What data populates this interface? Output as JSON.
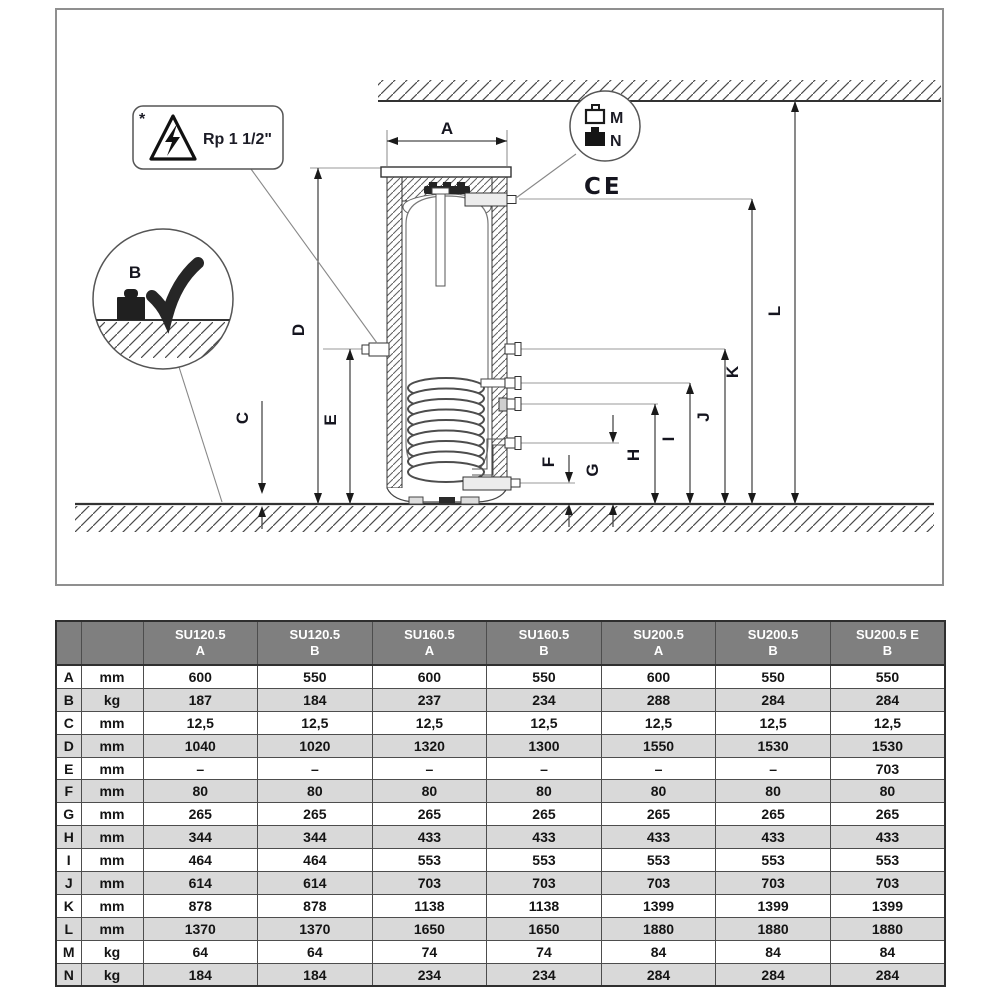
{
  "diagram": {
    "labels": {
      "A": "A",
      "B": "B",
      "C": "C",
      "D": "D",
      "E": "E",
      "F": "F",
      "G": "G",
      "H": "H",
      "I": "I",
      "J": "J",
      "K": "K",
      "L": "L",
      "M": "M",
      "N": "N"
    },
    "callouts": {
      "asterisk": "*",
      "electric_port": "Rp 1 1/2\"",
      "ce_mark": "CE"
    }
  },
  "table": {
    "columns": [
      {
        "model": "SU120.5",
        "variant": "A"
      },
      {
        "model": "SU120.5",
        "variant": "B"
      },
      {
        "model": "SU160.5",
        "variant": "A"
      },
      {
        "model": "SU160.5",
        "variant": "B"
      },
      {
        "model": "SU200.5",
        "variant": "A"
      },
      {
        "model": "SU200.5",
        "variant": "B"
      },
      {
        "model": "SU200.5 E",
        "variant": "B"
      }
    ],
    "rows": [
      {
        "label": "A",
        "unit": "mm",
        "values": [
          "600",
          "550",
          "600",
          "550",
          "600",
          "550",
          "550"
        ]
      },
      {
        "label": "B",
        "unit": "kg",
        "values": [
          "187",
          "184",
          "237",
          "234",
          "288",
          "284",
          "284"
        ]
      },
      {
        "label": "C",
        "unit": "mm",
        "values": [
          "12,5",
          "12,5",
          "12,5",
          "12,5",
          "12,5",
          "12,5",
          "12,5"
        ]
      },
      {
        "label": "D",
        "unit": "mm",
        "values": [
          "1040",
          "1020",
          "1320",
          "1300",
          "1550",
          "1530",
          "1530"
        ]
      },
      {
        "label": "E",
        "unit": "mm",
        "values": [
          "–",
          "–",
          "–",
          "–",
          "–",
          "–",
          "703"
        ]
      },
      {
        "label": "F",
        "unit": "mm",
        "values": [
          "80",
          "80",
          "80",
          "80",
          "80",
          "80",
          "80"
        ]
      },
      {
        "label": "G",
        "unit": "mm",
        "values": [
          "265",
          "265",
          "265",
          "265",
          "265",
          "265",
          "265"
        ]
      },
      {
        "label": "H",
        "unit": "mm",
        "values": [
          "344",
          "344",
          "433",
          "433",
          "433",
          "433",
          "433"
        ]
      },
      {
        "label": "I",
        "unit": "mm",
        "values": [
          "464",
          "464",
          "553",
          "553",
          "553",
          "553",
          "553"
        ]
      },
      {
        "label": "J",
        "unit": "mm",
        "values": [
          "614",
          "614",
          "703",
          "703",
          "703",
          "703",
          "703"
        ]
      },
      {
        "label": "K",
        "unit": "mm",
        "values": [
          "878",
          "878",
          "1138",
          "1138",
          "1399",
          "1399",
          "1399"
        ]
      },
      {
        "label": "L",
        "unit": "mm",
        "values": [
          "1370",
          "1370",
          "1650",
          "1650",
          "1880",
          "1880",
          "1880"
        ]
      },
      {
        "label": "M",
        "unit": "kg",
        "values": [
          "64",
          "64",
          "74",
          "74",
          "84",
          "84",
          "84"
        ]
      },
      {
        "label": "N",
        "unit": "kg",
        "values": [
          "184",
          "184",
          "234",
          "234",
          "284",
          "284",
          "284"
        ]
      }
    ]
  },
  "colors": {
    "table_header_bg": "#7f7f7f",
    "table_stripe": "#d9d9d9",
    "table_border": "#3c3c3c",
    "label_color": "#15151f"
  }
}
